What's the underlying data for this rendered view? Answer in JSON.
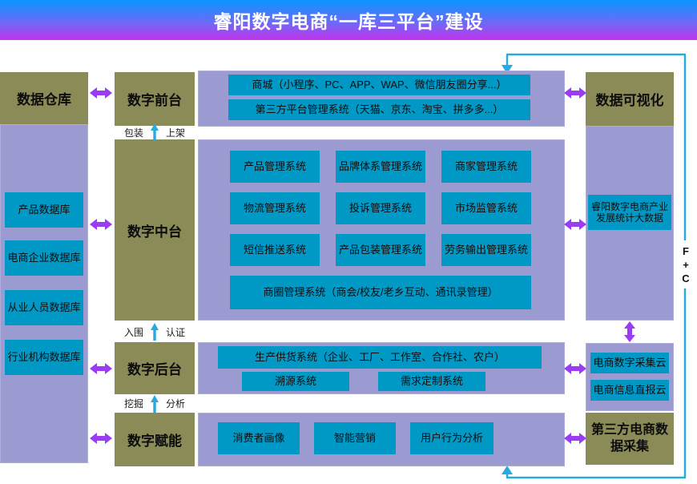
{
  "title": "睿阳数字电商“一库三平台”建设",
  "colors": {
    "header_gradient_top": "#0a96ff",
    "header_gradient_bottom": "#c334ec",
    "olive_block": "#8b8b58",
    "panel_purple": "#9c9bd1",
    "box_cyan": "#0099c6",
    "arrow_purple": "#9a3df2",
    "line_cyan": "#2aa9e0"
  },
  "left": {
    "header": "数据仓库",
    "items": [
      "产品数据库",
      "电商企业数据库",
      "从业人员数据库",
      "行业机构数据库"
    ]
  },
  "stages": {
    "front": "数字前台",
    "middle": "数字中台",
    "back": "数字后台",
    "empower": "数字赋能"
  },
  "gaps": [
    {
      "left": "包装",
      "right": "上架"
    },
    {
      "left": "入围",
      "right": "认证"
    },
    {
      "left": "挖掘",
      "right": "分析"
    }
  ],
  "front_panel": {
    "items": [
      "商城（小程序、PC、APP、WAP、微信朋友圈分享...）",
      "第三方平台管理系统（天猫、京东、淘宝、拼多多...）"
    ]
  },
  "middle_panel": {
    "grid": [
      "产品管理系统",
      "品牌体系管理系统",
      "商家管理系统",
      "物流管理系统",
      "投诉管理系统",
      "市场监管系统",
      "短信推送系统",
      "产品包装管理系统",
      "劳务输出管理系统"
    ],
    "wide": "商圈管理系统（商会/校友/老乡互动、通讯录管理）"
  },
  "back_panel": {
    "wide": "生产供货系统（企业、工厂、工作室、合作社、农户）",
    "items": [
      "溯源系统",
      "需求定制系统"
    ]
  },
  "empower_panel": {
    "items": [
      "消费者画像",
      "智能营销",
      "用户行为分析"
    ]
  },
  "right": {
    "viz_header": "数据可视化",
    "big_data": "睿阳数字电商产业发展统计大数据",
    "clouds": [
      "电商数字采集云",
      "电商信息直报云"
    ],
    "third_party": "第三方电商数据采集"
  },
  "loop": {
    "fc": [
      "F",
      "+",
      "C"
    ]
  }
}
